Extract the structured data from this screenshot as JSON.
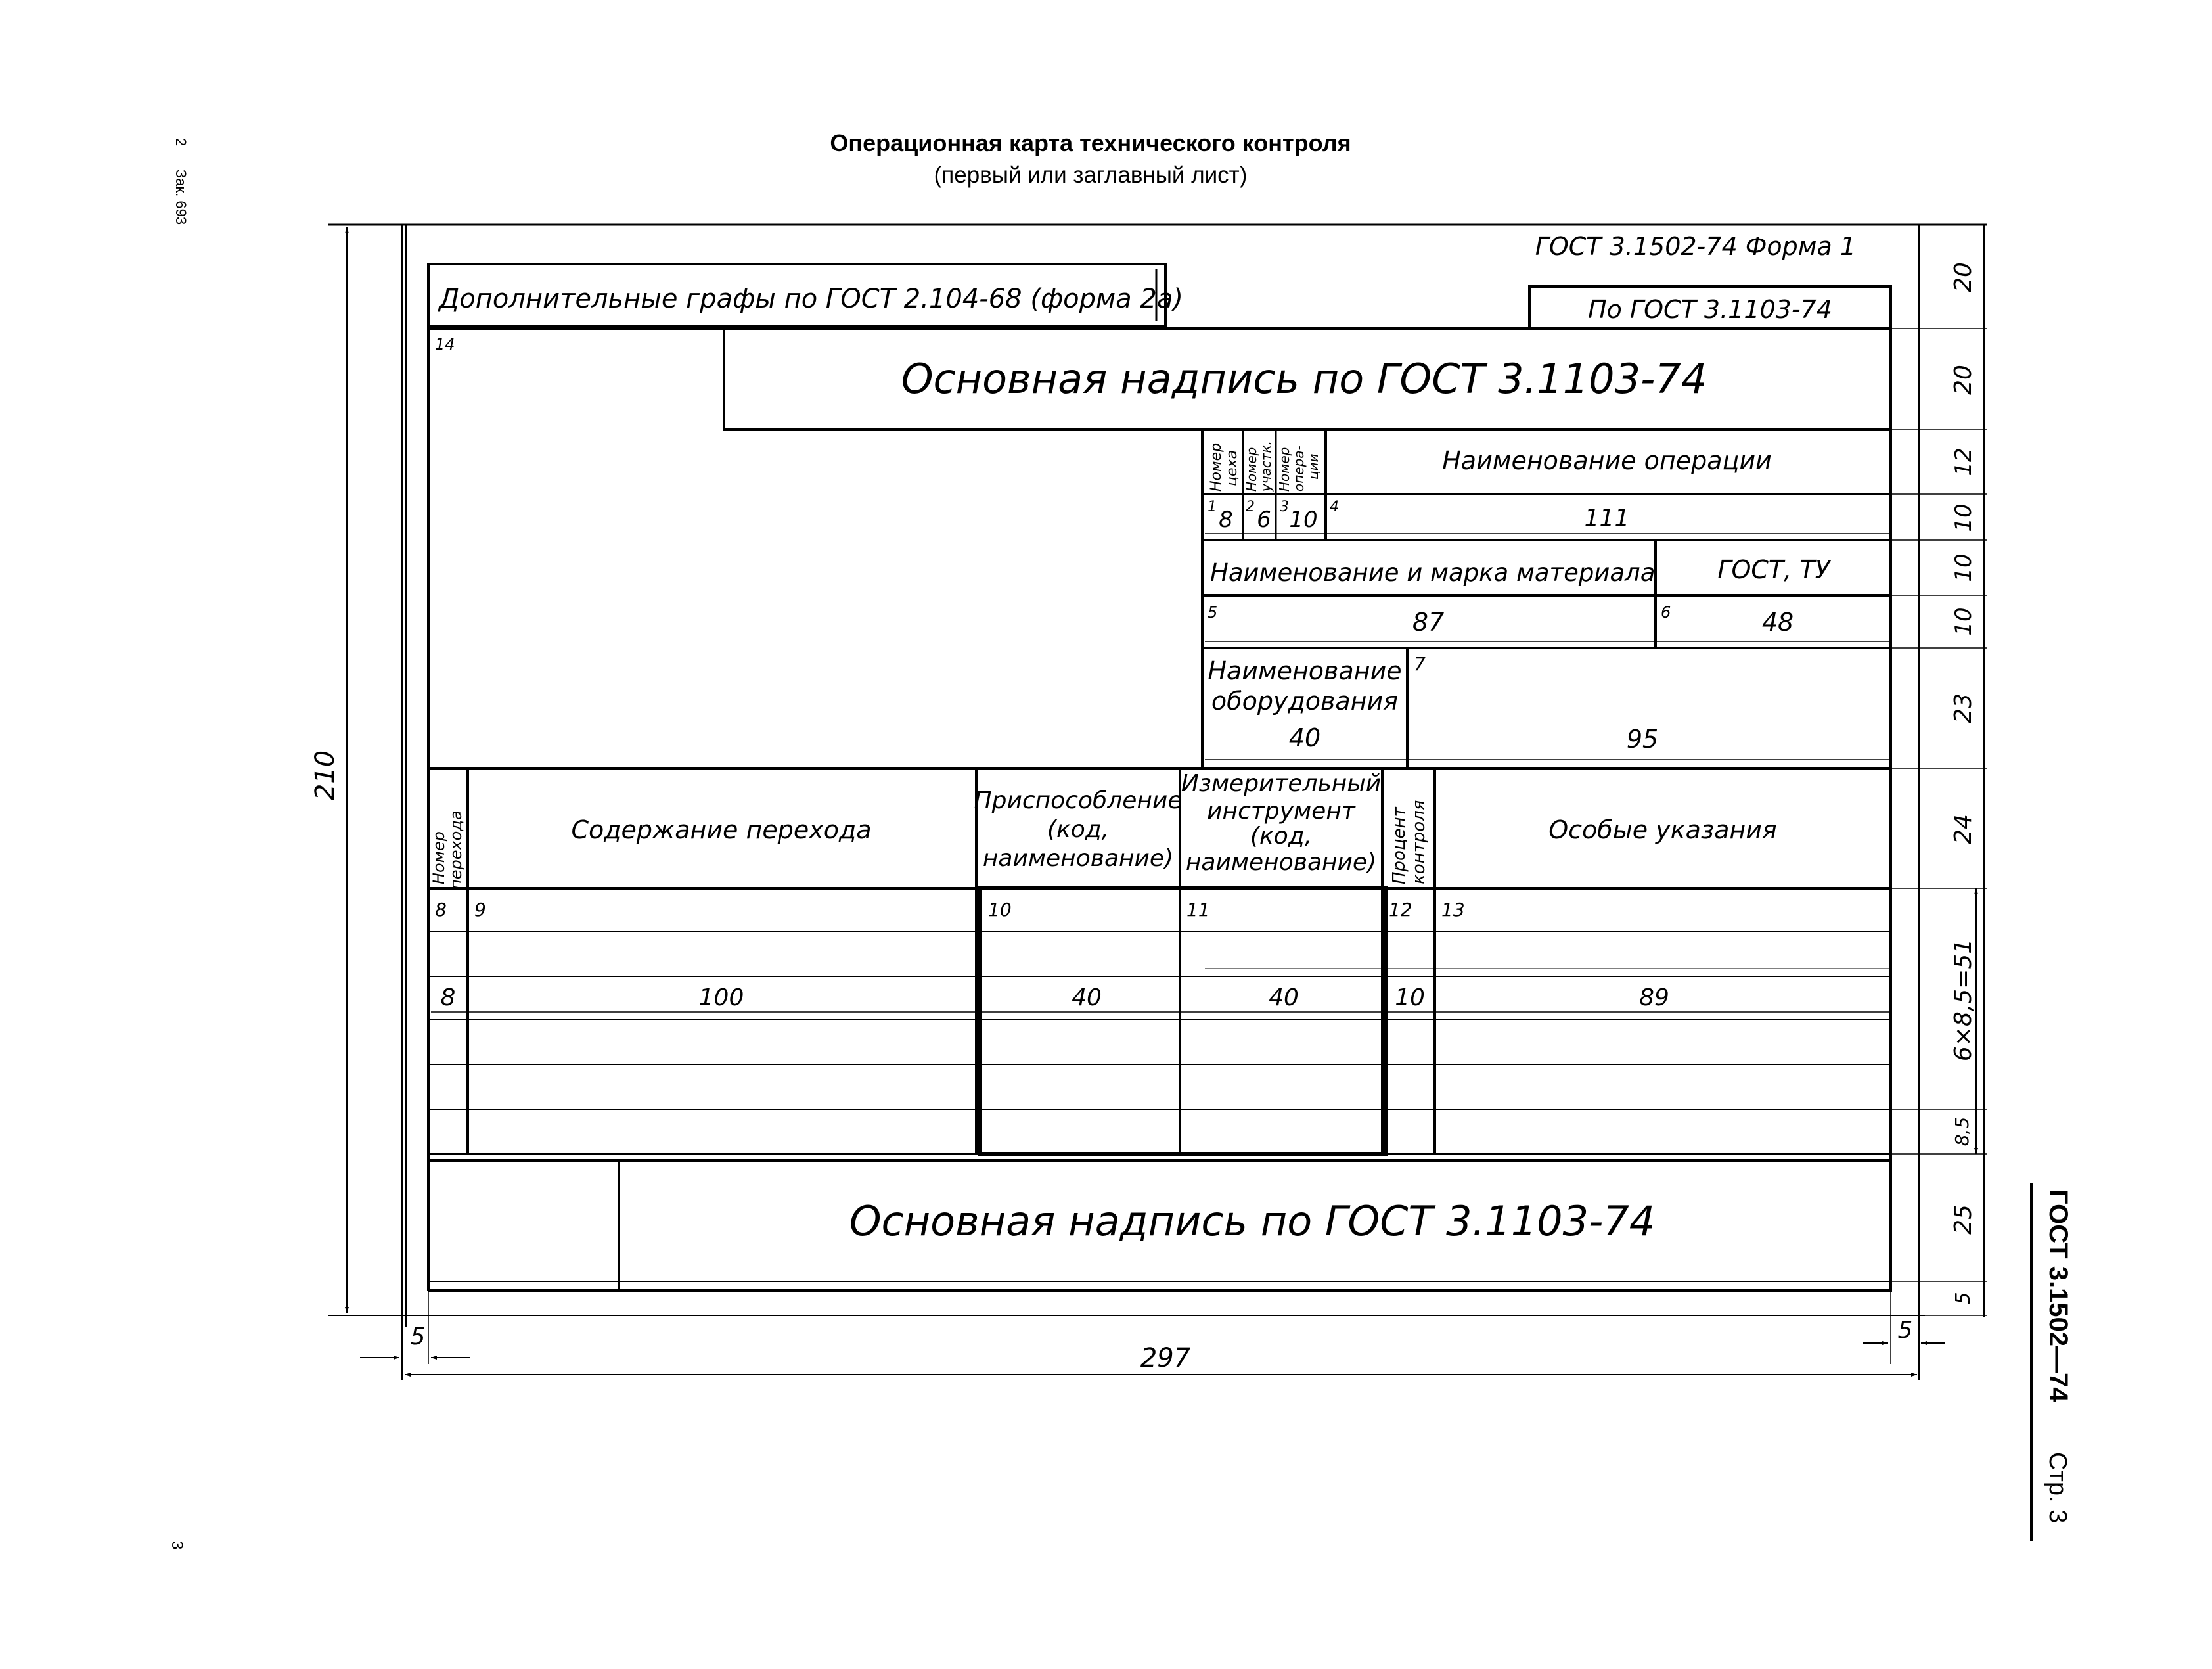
{
  "header": {
    "title": "Операционная карта технического контроля",
    "subtitle": "(первый или заглавный лист)"
  },
  "margin_left": {
    "page_num": "2",
    "order": "Зак. 693",
    "bottom_num": "3"
  },
  "margin_right": {
    "standard": "ГОСТ 3.1502—74",
    "page": "Стр. 3"
  },
  "form": {
    "form_ref": "ГОСТ 3.1502-74 Форма 1",
    "additional_columns": "Дополнительные графы по ГОСТ 2.104-68 (форма 2а)",
    "gost_ref_box": "По ГОСТ 3.1103-74",
    "main_inscription_top": "Основная надпись по ГОСТ 3.1103-74",
    "main_inscription_bottom": "Основная надпись по ГОСТ 3.1103-74",
    "field14": "14",
    "op": {
      "shop_header": [
        "Номер",
        "цеха"
      ],
      "section_header": [
        "Номер",
        "участк."
      ],
      "operation_header": [
        "Номер",
        "опера-",
        "ции"
      ],
      "name_header": "Наименование операции",
      "f1": "1",
      "v1": "8",
      "f2": "2",
      "v2": "6",
      "f3": "3",
      "v3": "10",
      "f4": "4",
      "v4": "111"
    },
    "material": {
      "header": "Наименование и марка материала",
      "gost_header": "ГОСТ, ТУ",
      "f5": "5",
      "v5": "87",
      "f6": "6",
      "v6": "48"
    },
    "equipment": {
      "header_l1": "Наименование",
      "header_l2": "оборудования",
      "width": "40",
      "f7": "7",
      "v7": "95"
    },
    "table": {
      "col1": [
        "Номер",
        "перехода"
      ],
      "col2": "Содержание перехода",
      "col3": [
        "Приспособление",
        "(код,",
        "наименование)"
      ],
      "col4": [
        "Измерительный",
        "инструмент",
        "(код,",
        "наименование)"
      ],
      "col5": [
        "Процент",
        "контроля"
      ],
      "col6": "Особые указания",
      "field_nums": [
        "8",
        "9",
        "10",
        "11",
        "12",
        "13"
      ],
      "widths": [
        "8",
        "100",
        "40",
        "40",
        "10",
        "89"
      ]
    },
    "right_dims": [
      "20",
      "20",
      "12",
      "10",
      "10",
      "10",
      "23",
      "24",
      "6×8,5=51",
      "8,5",
      "25",
      "5"
    ],
    "dim_height": "210",
    "dim_width": "297",
    "dim_left_margin": "5",
    "dim_right_margin": "5"
  }
}
